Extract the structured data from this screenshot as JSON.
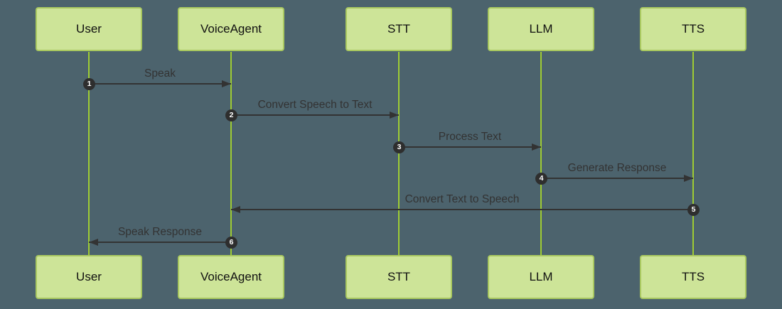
{
  "diagram": {
    "type": "sequence-diagram",
    "theme": {
      "background_color": "#4c636d",
      "actor_fill": "#cde498",
      "actor_border": "#a9c860",
      "lifeline_color": "#9fcc33",
      "arrow_color": "#333333",
      "message_text_color": "#333333",
      "number_badge_fill": "#2e2e2e",
      "number_badge_text": "#ffffff"
    },
    "actors": [
      {
        "label": "User"
      },
      {
        "label": "VoiceAgent"
      },
      {
        "label": "STT"
      },
      {
        "label": "LLM"
      },
      {
        "label": "TTS"
      }
    ],
    "messages": [
      {
        "num": "1",
        "label": "Speak",
        "from": "User",
        "to": "VoiceAgent",
        "direction": "right"
      },
      {
        "num": "2",
        "label": "Convert Speech to Text",
        "from": "VoiceAgent",
        "to": "STT",
        "direction": "right"
      },
      {
        "num": "3",
        "label": "Process Text",
        "from": "STT",
        "to": "LLM",
        "direction": "right"
      },
      {
        "num": "4",
        "label": "Generate Response",
        "from": "LLM",
        "to": "TTS",
        "direction": "right"
      },
      {
        "num": "5",
        "label": "Convert Text to Speech",
        "from": "TTS",
        "to": "VoiceAgent",
        "direction": "left"
      },
      {
        "num": "6",
        "label": "Speak Response",
        "from": "VoiceAgent",
        "to": "User",
        "direction": "left"
      }
    ]
  }
}
